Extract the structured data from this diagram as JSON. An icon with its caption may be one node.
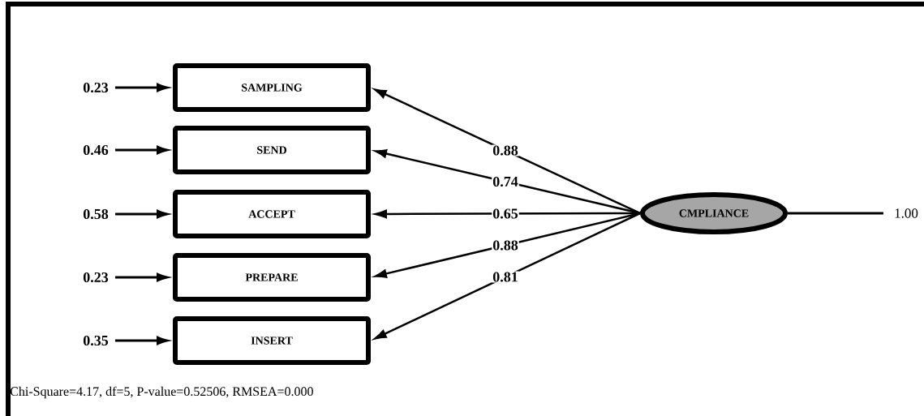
{
  "diagram": {
    "nodes": [
      {
        "text": [
          "SAMPLING"
        ]
      },
      {
        "text": [
          "SEND"
        ]
      },
      {
        "text": [
          "ACCEPT"
        ]
      },
      {
        "text": [
          "PREPARE"
        ]
      },
      {
        "text": [
          "INSERT"
        ]
      },
      {
        "text": [
          "CMPLIANCE"
        ]
      },
      {
        "text": [
          "0.23"
        ]
      },
      {
        "text": [
          "0.46"
        ]
      },
      {
        "text": [
          "0.58"
        ]
      },
      {
        "text": [
          "0.23"
        ]
      },
      {
        "text": [
          "0.35"
        ]
      },
      {
        "text": [
          "1.00"
        ]
      }
    ],
    "edges": [
      {
        "from": 5,
        "to": 0,
        "arrow": "to",
        "label": "0.88"
      },
      {
        "from": 5,
        "to": 1,
        "arrow": "to",
        "label": "0.74"
      },
      {
        "from": 5,
        "to": 2,
        "arrow": "to",
        "label": "0.65"
      },
      {
        "from": 5,
        "to": 3,
        "arrow": "to",
        "label": "0.88"
      },
      {
        "from": 5,
        "to": 4,
        "arrow": "to",
        "label": "0.81"
      },
      {
        "from": 6,
        "to": 0,
        "arrow": "to"
      },
      {
        "from": 7,
        "to": 1,
        "arrow": "to"
      },
      {
        "from": 8,
        "to": 2,
        "arrow": "to"
      },
      {
        "from": 9,
        "to": 3,
        "arrow": "to"
      },
      {
        "from": 10,
        "to": 4,
        "arrow": "to"
      },
      {
        "from": 5,
        "to": 11,
        "arrow": "none"
      }
    ],
    "labels": [
      "Chi-Square=4.17, df=5, P-value=0.52506, RMSEA=0.000"
    ]
  }
}
